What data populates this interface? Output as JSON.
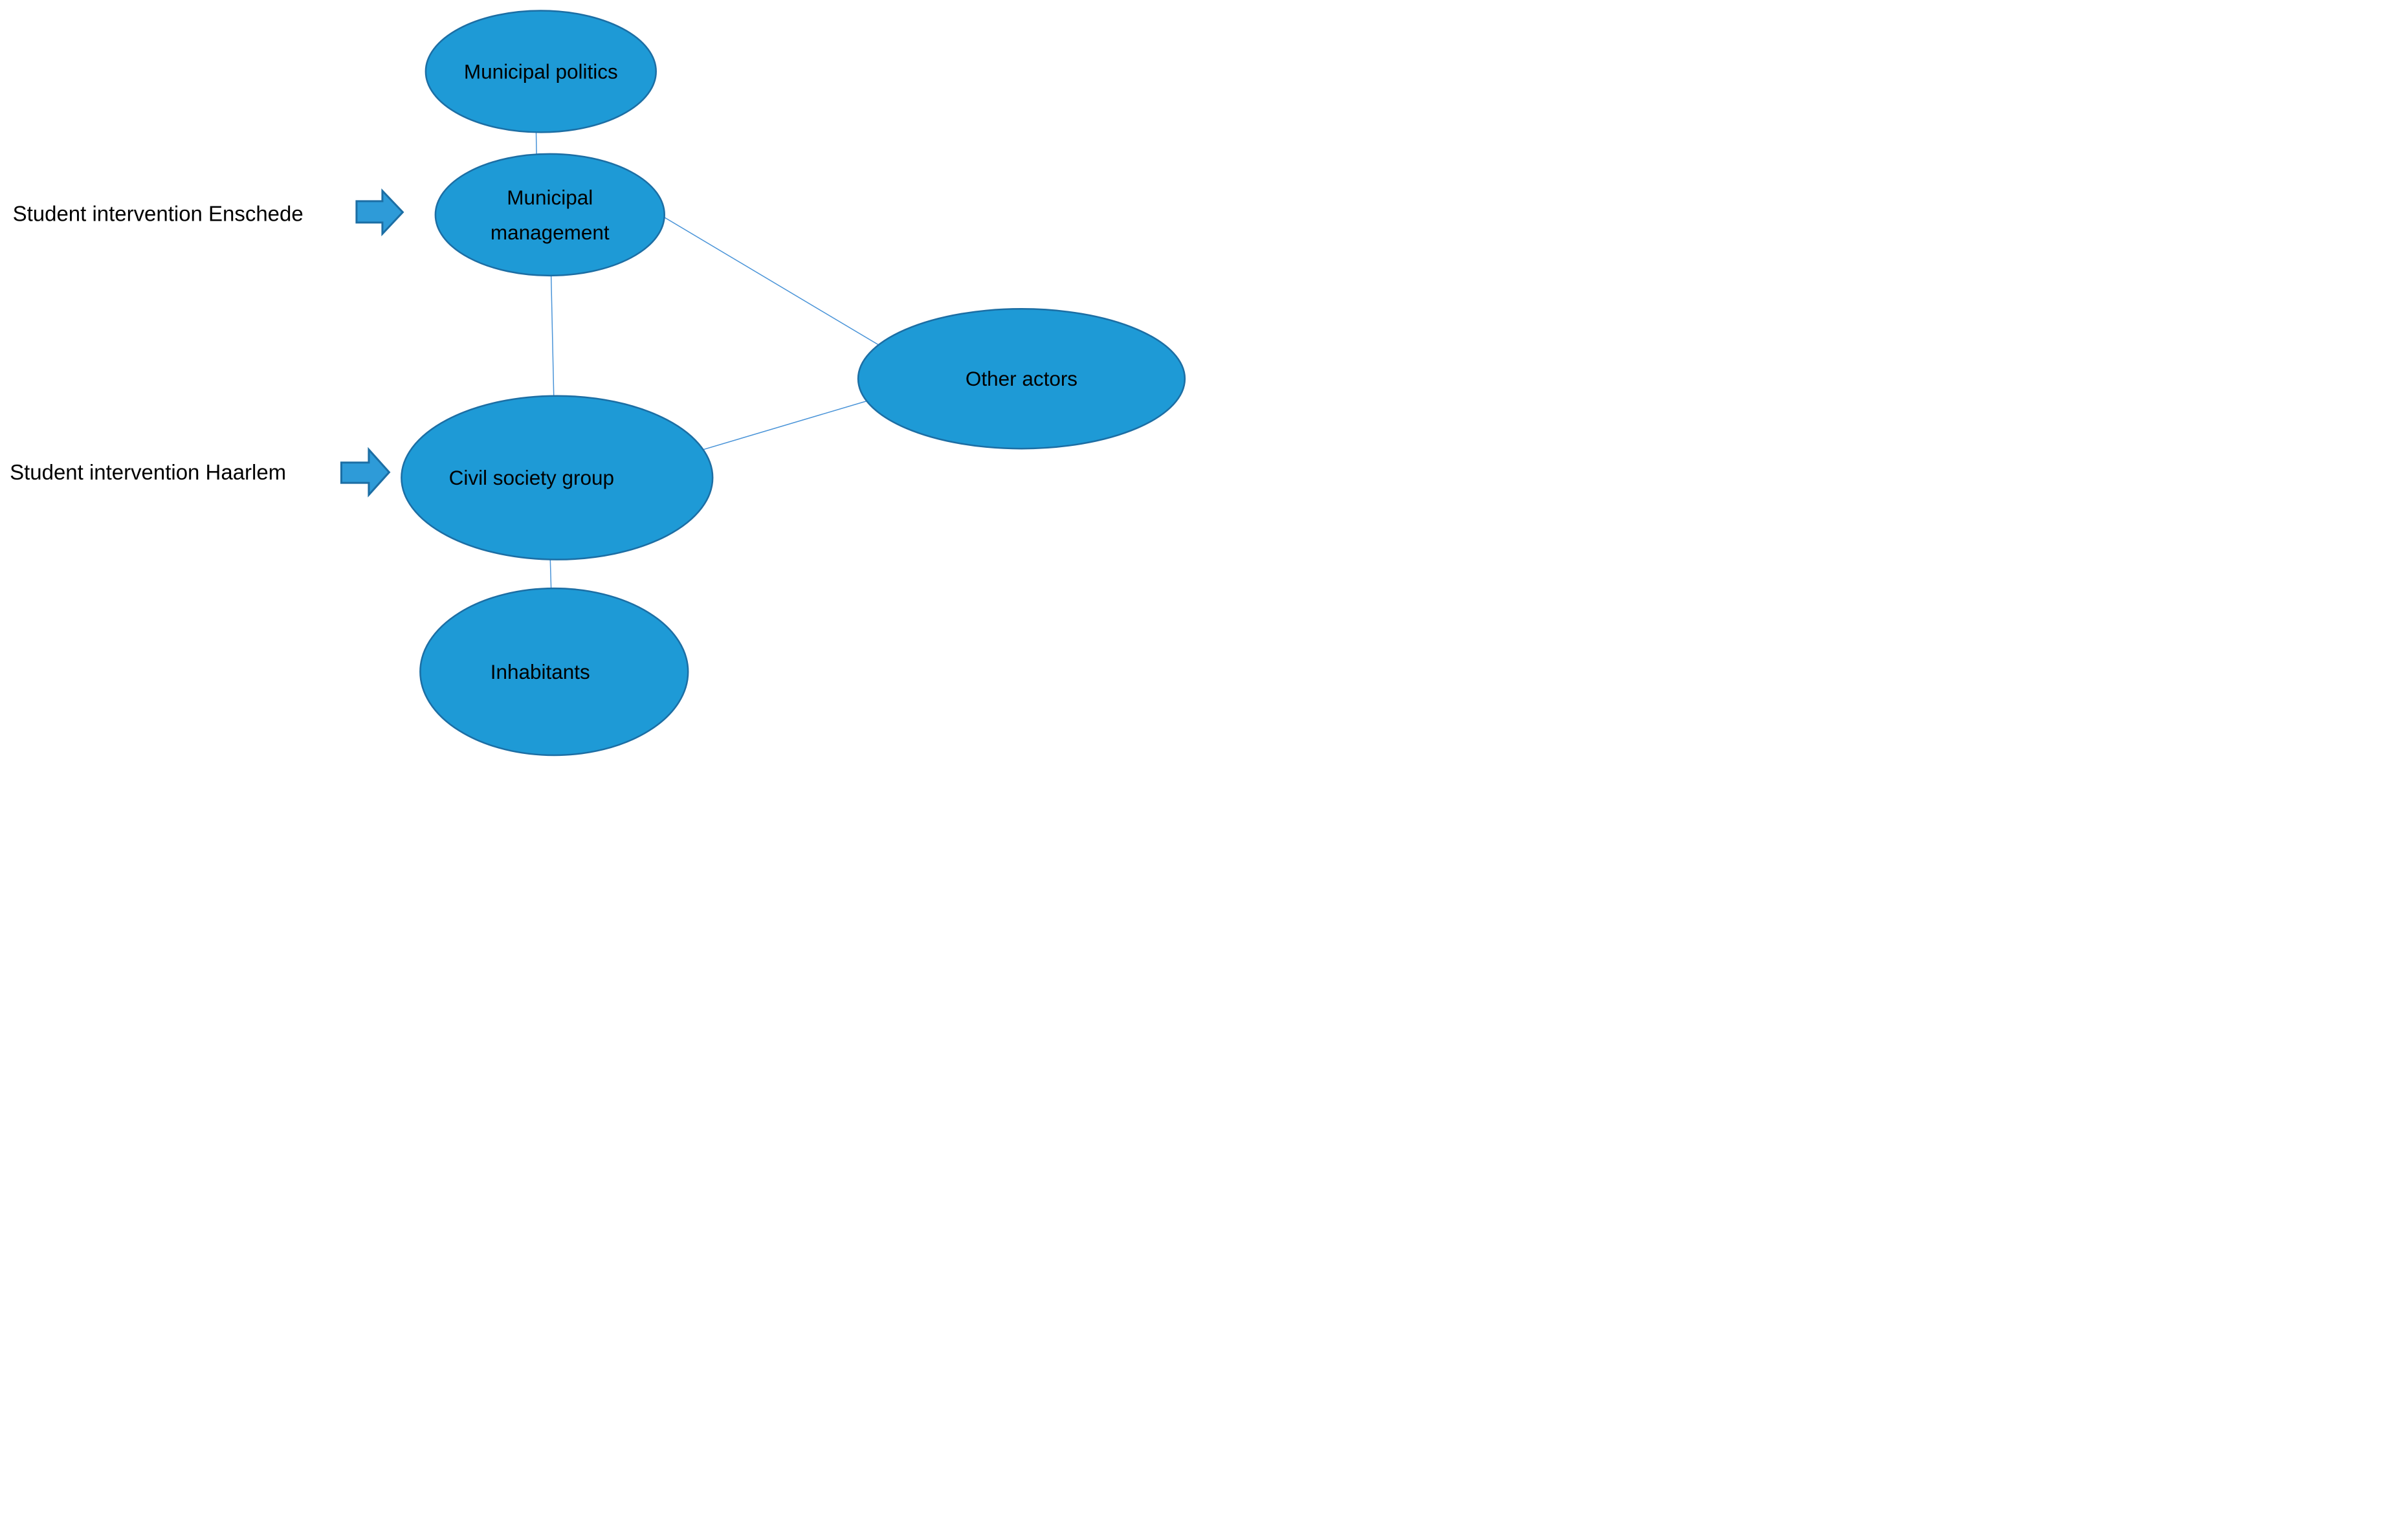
{
  "diagram": {
    "background_color": "#ffffff",
    "colors": {
      "node_fill": "#1e9ad6",
      "node_stroke": "#1c6ea4",
      "connector": "#4a94d8",
      "arrow_fill": "#2e9bd8",
      "arrow_stroke": "#1c6ea4",
      "text": "#000000"
    },
    "nodes": [
      {
        "id": "municipal-politics",
        "label": "Municipal politics",
        "lines": [
          "Municipal politics"
        ]
      },
      {
        "id": "municipal-management",
        "label": "Municipal management",
        "lines": [
          "Municipal",
          "management"
        ]
      },
      {
        "id": "other-actors",
        "label": "Other actors",
        "lines": [
          "Other actors"
        ]
      },
      {
        "id": "civil-society-group",
        "label": "Civil society group",
        "lines": [
          "Civil society group"
        ]
      },
      {
        "id": "inhabitants",
        "label": "Inhabitants",
        "lines": [
          "Inhabitants"
        ]
      }
    ],
    "edges": [
      {
        "from": "municipal-politics",
        "to": "municipal-management"
      },
      {
        "from": "municipal-management",
        "to": "civil-society-group"
      },
      {
        "from": "municipal-management",
        "to": "other-actors"
      },
      {
        "from": "civil-society-group",
        "to": "other-actors"
      },
      {
        "from": "civil-society-group",
        "to": "inhabitants"
      }
    ],
    "annotations": [
      {
        "id": "student-intervention-enschede",
        "label": "Student intervention Enschede",
        "target": "municipal-management"
      },
      {
        "id": "student-intervention-haarlem",
        "label": "Student intervention Haarlem",
        "target": "civil-society-group"
      }
    ]
  }
}
